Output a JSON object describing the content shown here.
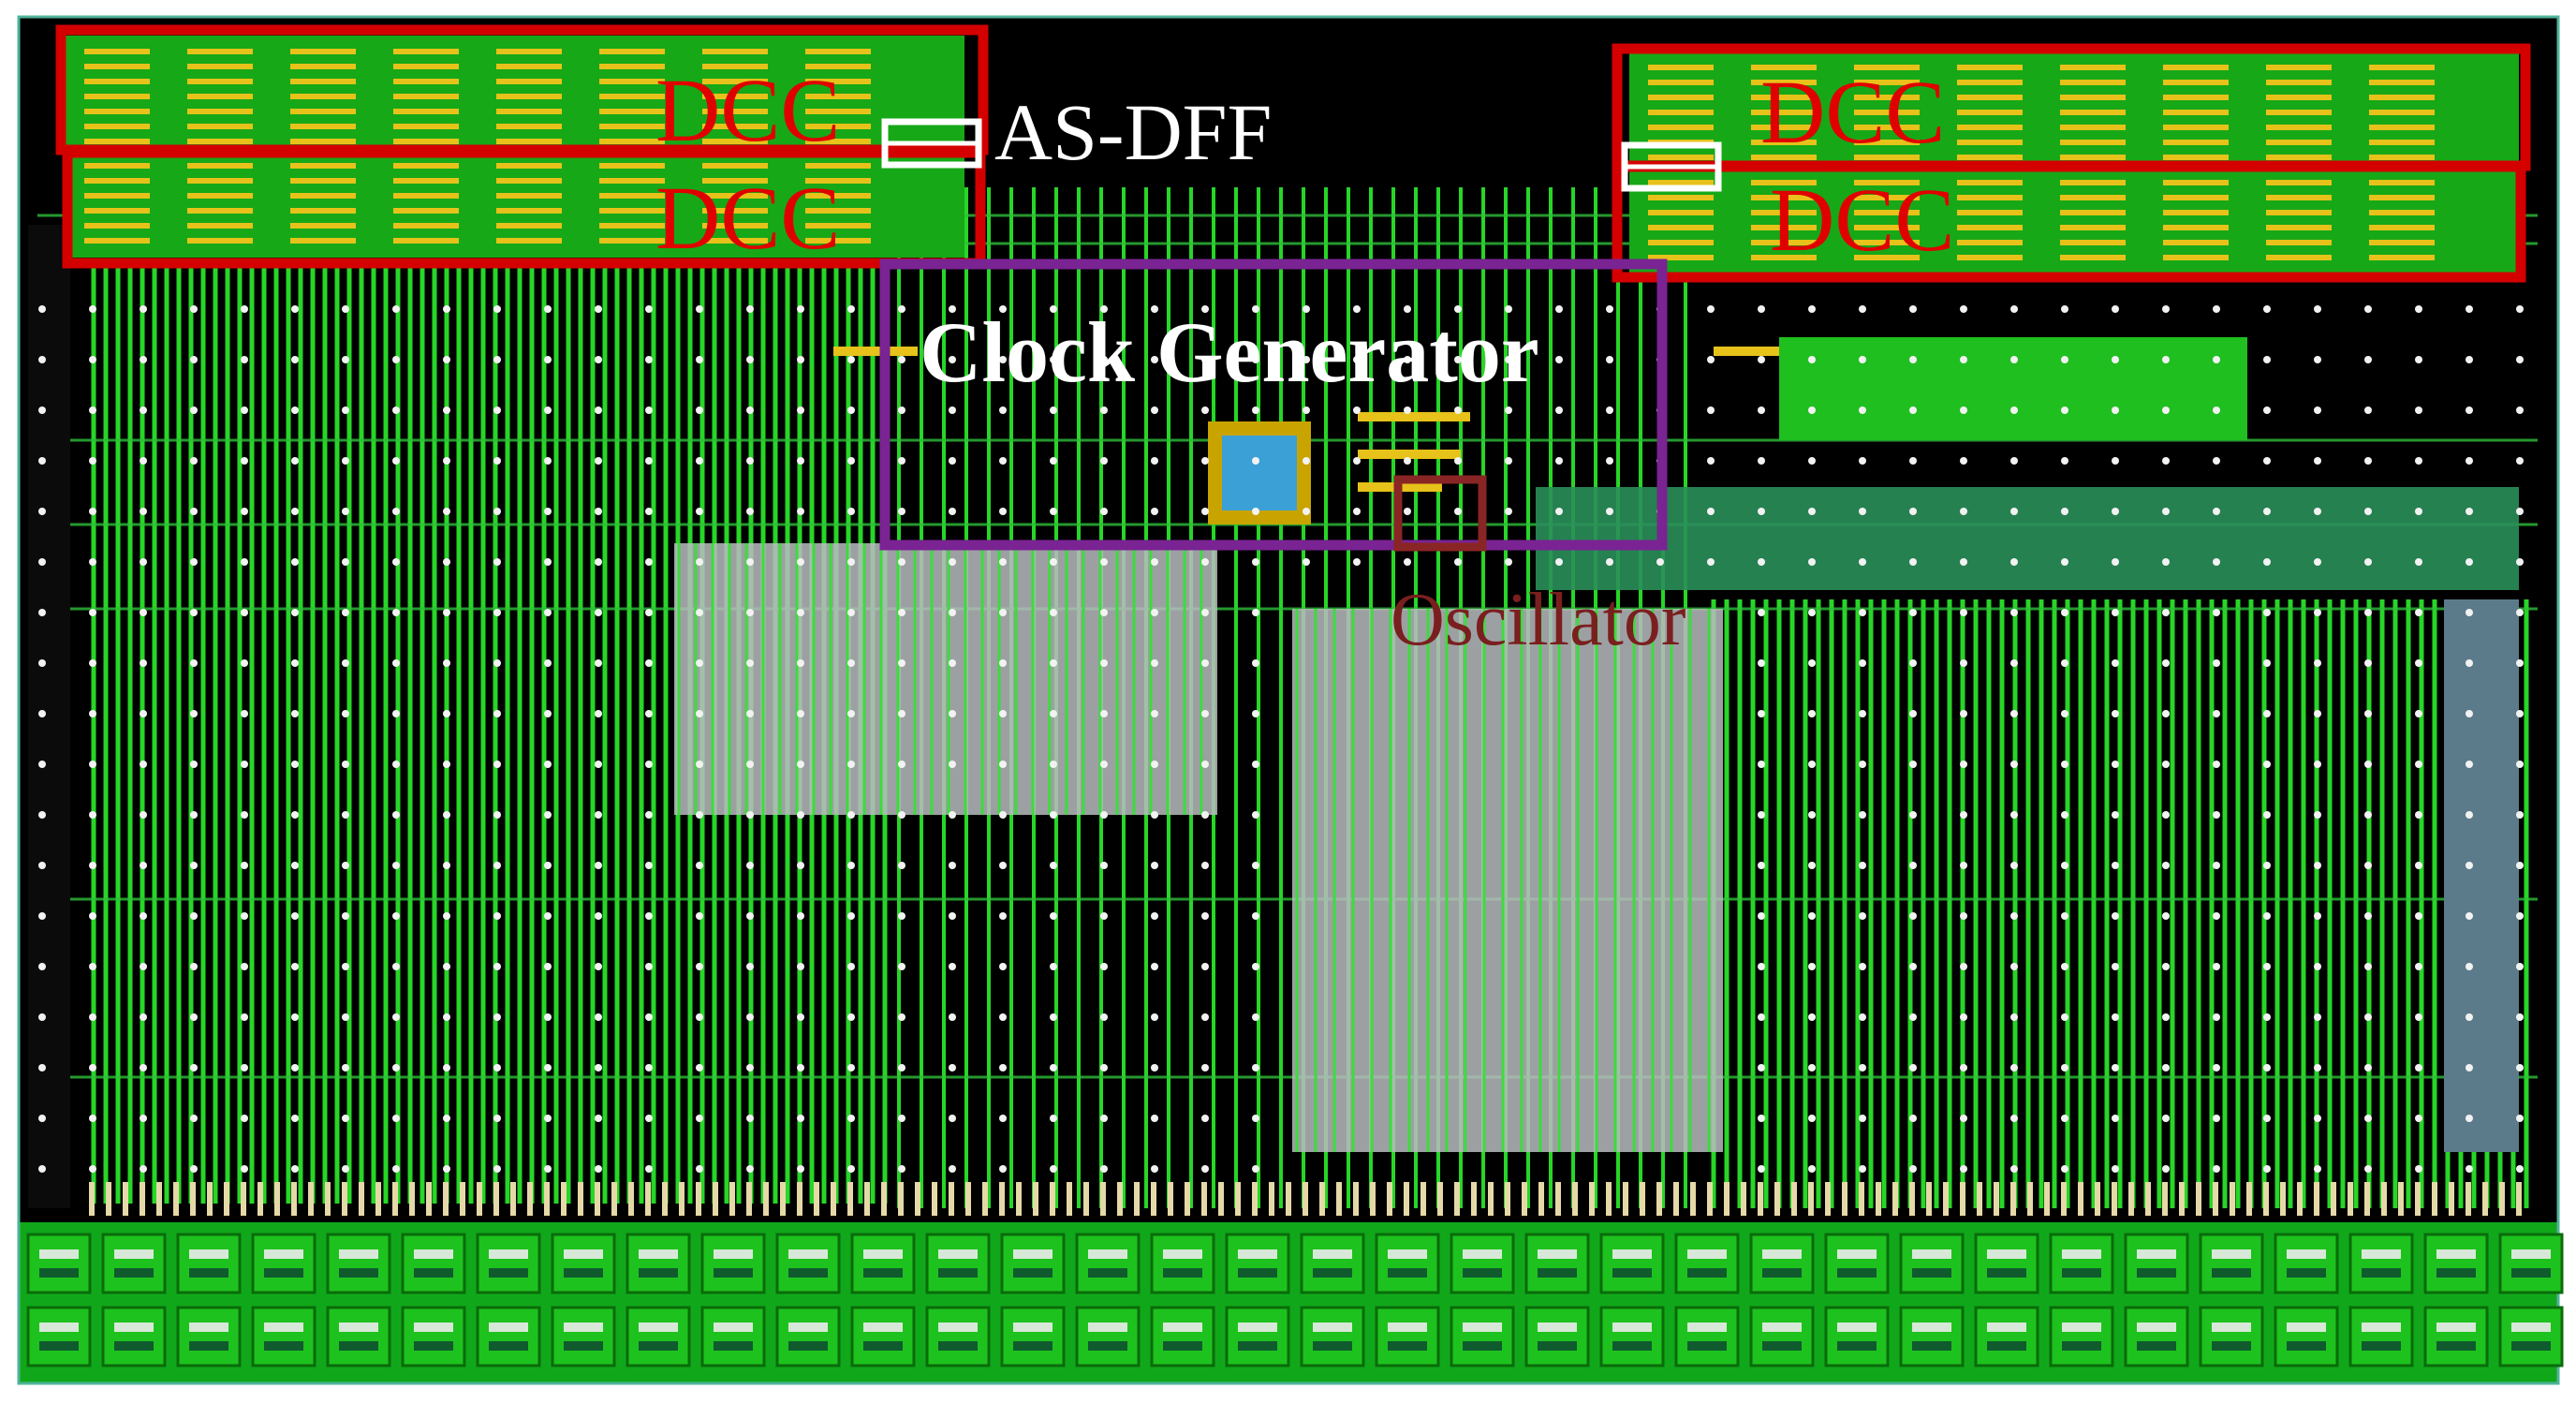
{
  "labels": {
    "dcc": "DCC",
    "as_dff": "AS-DFF",
    "clock_generator": "Clock Generator",
    "oscillator": "Oscillator"
  },
  "colors": {
    "background": "#000000",
    "metal_green": "#27d627",
    "metal_green_bright": "#45ff3c",
    "via_white": "#f2f2f2",
    "cell_gray": "#b9bcc0",
    "routing_yellow": "#e6c21a",
    "dcc_box": "#d40000",
    "clock_box": "#7a2393",
    "oscillator_box": "#8a2525",
    "label_white": "#ffffff",
    "label_red": "#e00000",
    "label_osc": "#7a1f1f"
  },
  "blocks": [
    {
      "name": "dcc-top-left",
      "label_key": "dcc"
    },
    {
      "name": "dcc-bottom-left",
      "label_key": "dcc"
    },
    {
      "name": "dcc-top-right",
      "label_key": "dcc"
    },
    {
      "name": "dcc-bottom-right",
      "label_key": "dcc"
    },
    {
      "name": "as-dff-left",
      "label_key": "as_dff"
    },
    {
      "name": "as-dff-right",
      "label_key": "as_dff"
    },
    {
      "name": "clock-generator",
      "label_key": "clock_generator"
    },
    {
      "name": "oscillator",
      "label_key": "oscillator"
    }
  ]
}
